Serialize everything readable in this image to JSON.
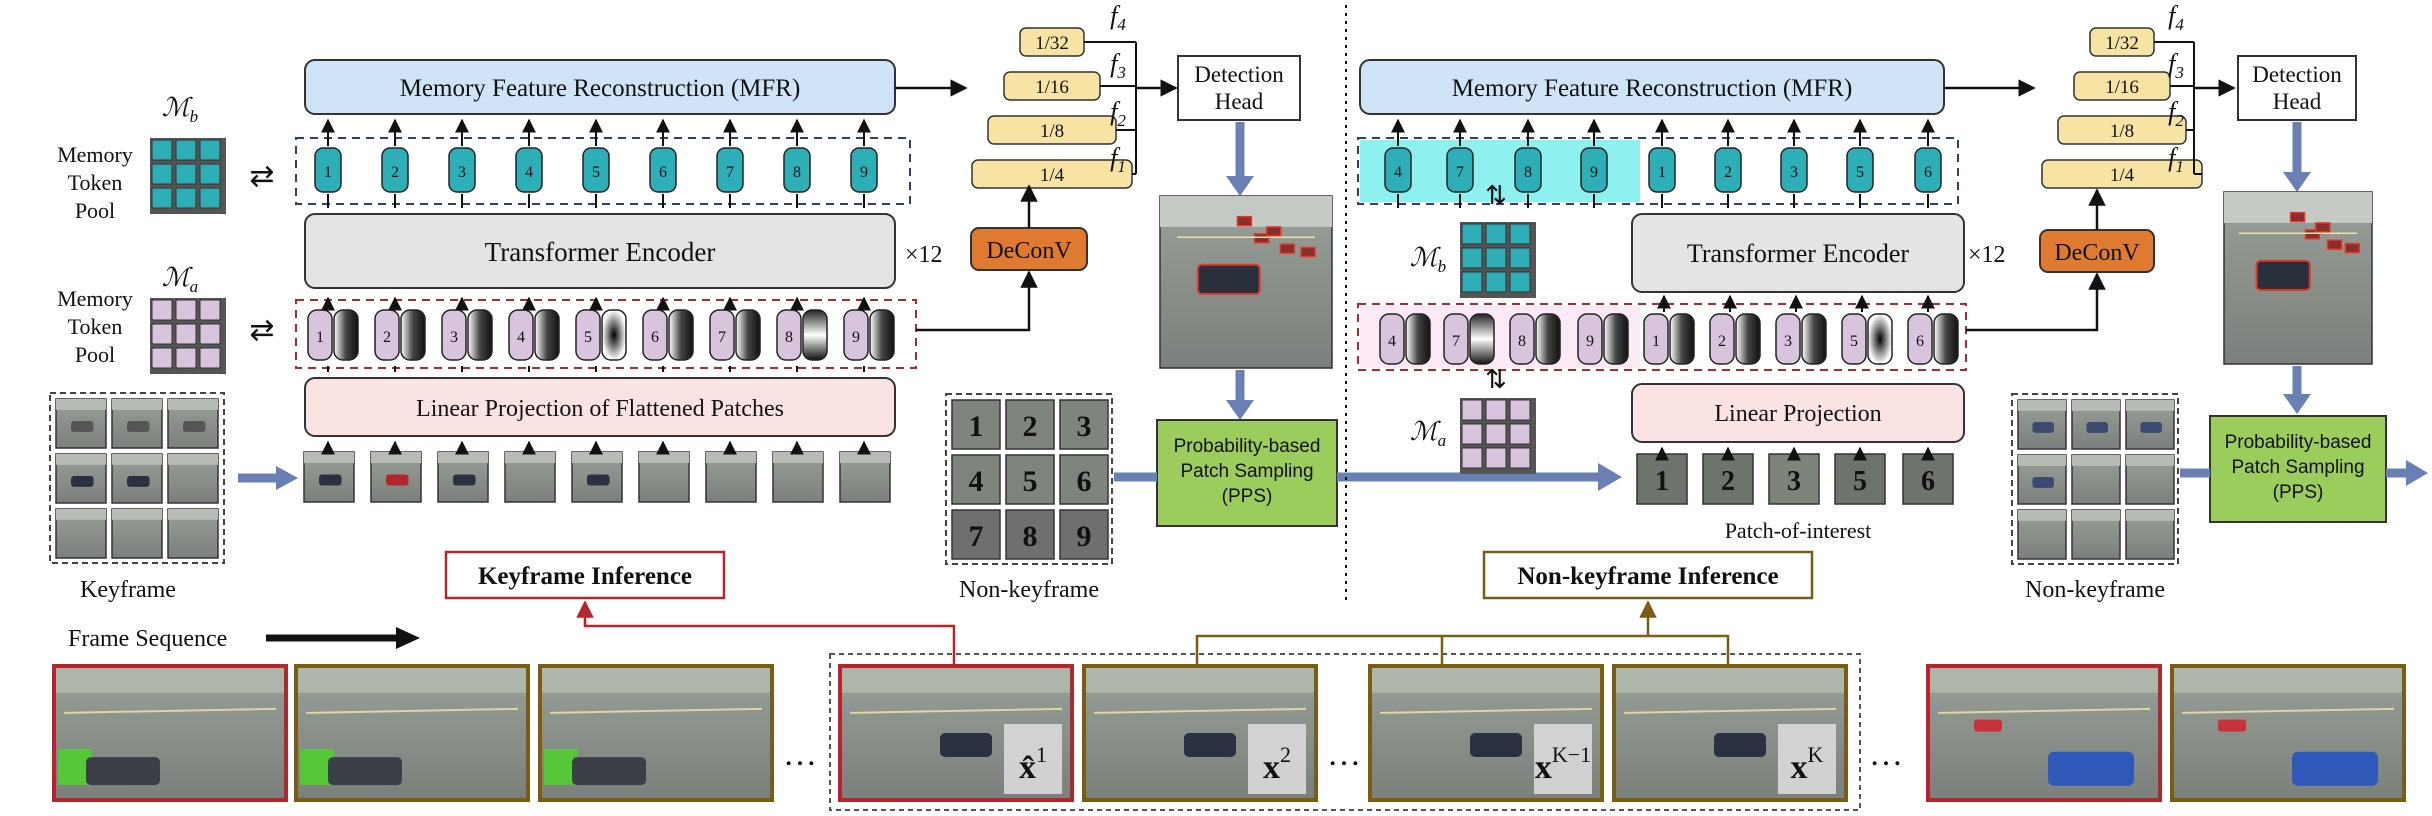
{
  "keyframe_panel": {
    "mfr_label": "Memory Feature Reconstruction (MFR)",
    "encoder_label": "Transformer Encoder",
    "repeat_label": "×12",
    "projection_label": "Linear Projection of Flattened Patches",
    "deconv_label": "DeConV",
    "detection_head_label": "Detection\nHead",
    "pool_b_symbol": "ℳb",
    "pool_a_symbol": "ℳa",
    "pool_label": "Memory\nToken\nPool",
    "token_numbers": [
      "1",
      "2",
      "3",
      "4",
      "5",
      "6",
      "7",
      "8",
      "9"
    ],
    "scales": [
      "1/32",
      "1/16",
      "1/8",
      "1/4"
    ],
    "feature_labels": [
      "f4",
      "f3",
      "f2",
      "f1"
    ],
    "keyframe_caption": "Keyframe",
    "inference_label": "Keyframe Inference"
  },
  "middle": {
    "grid_numbers": [
      "1",
      "2",
      "3",
      "4",
      "5",
      "6",
      "7",
      "8",
      "9"
    ],
    "nonkeyframe_caption": "Non-keyframe",
    "pps_label": "Probability-based\nPatch Sampling\n(PPS)"
  },
  "nonkeyframe_panel": {
    "mfr_label": "Memory Feature Reconstruction (MFR)",
    "encoder_label": "Transformer Encoder",
    "repeat_label": "×12",
    "projection_label": "Linear Projection",
    "deconv_label": "DeConV",
    "detection_head_label": "Detection\nHead",
    "pool_b_symbol": "ℳb",
    "pool_a_symbol": "ℳa",
    "memory_token_numbers": [
      "4",
      "7",
      "8",
      "9"
    ],
    "active_token_numbers": [
      "1",
      "2",
      "3",
      "5",
      "6"
    ],
    "scales": [
      "1/32",
      "1/16",
      "1/8",
      "1/4"
    ],
    "feature_labels": [
      "f4",
      "f3",
      "f2",
      "f1"
    ],
    "patch_numbers": [
      "1",
      "2",
      "3",
      "5",
      "6"
    ],
    "patch_caption": "Patch-of-interest",
    "nonkeyframe_caption": "Non-keyframe",
    "pps_label": "Probability-based\nPatch Sampling\n(PPS)",
    "inference_label": "Non-keyframe Inference"
  },
  "sequence": {
    "label": "Frame Sequence",
    "ellipsis": "…",
    "frame_symbols": [
      "x̂1",
      "x2",
      "xK−1",
      "xK"
    ]
  },
  "colors": {
    "mfr_fill": "#cfe5f7",
    "encoder_fill": "#e4e4e4",
    "projection_fill": "#fbe3e3",
    "token_teal": "#2eaeb6",
    "token_purple": "#d8c5dd",
    "scale_fill": "#f7e3a4",
    "deconv_fill": "#e07a30",
    "pps_fill": "#9ccc5b",
    "keyframe_red": "#b3262d",
    "nonkey_olive": "#7a5c14",
    "flow_arrow": "#6a7fb3",
    "memory_highlight": "#8ff0f0"
  }
}
